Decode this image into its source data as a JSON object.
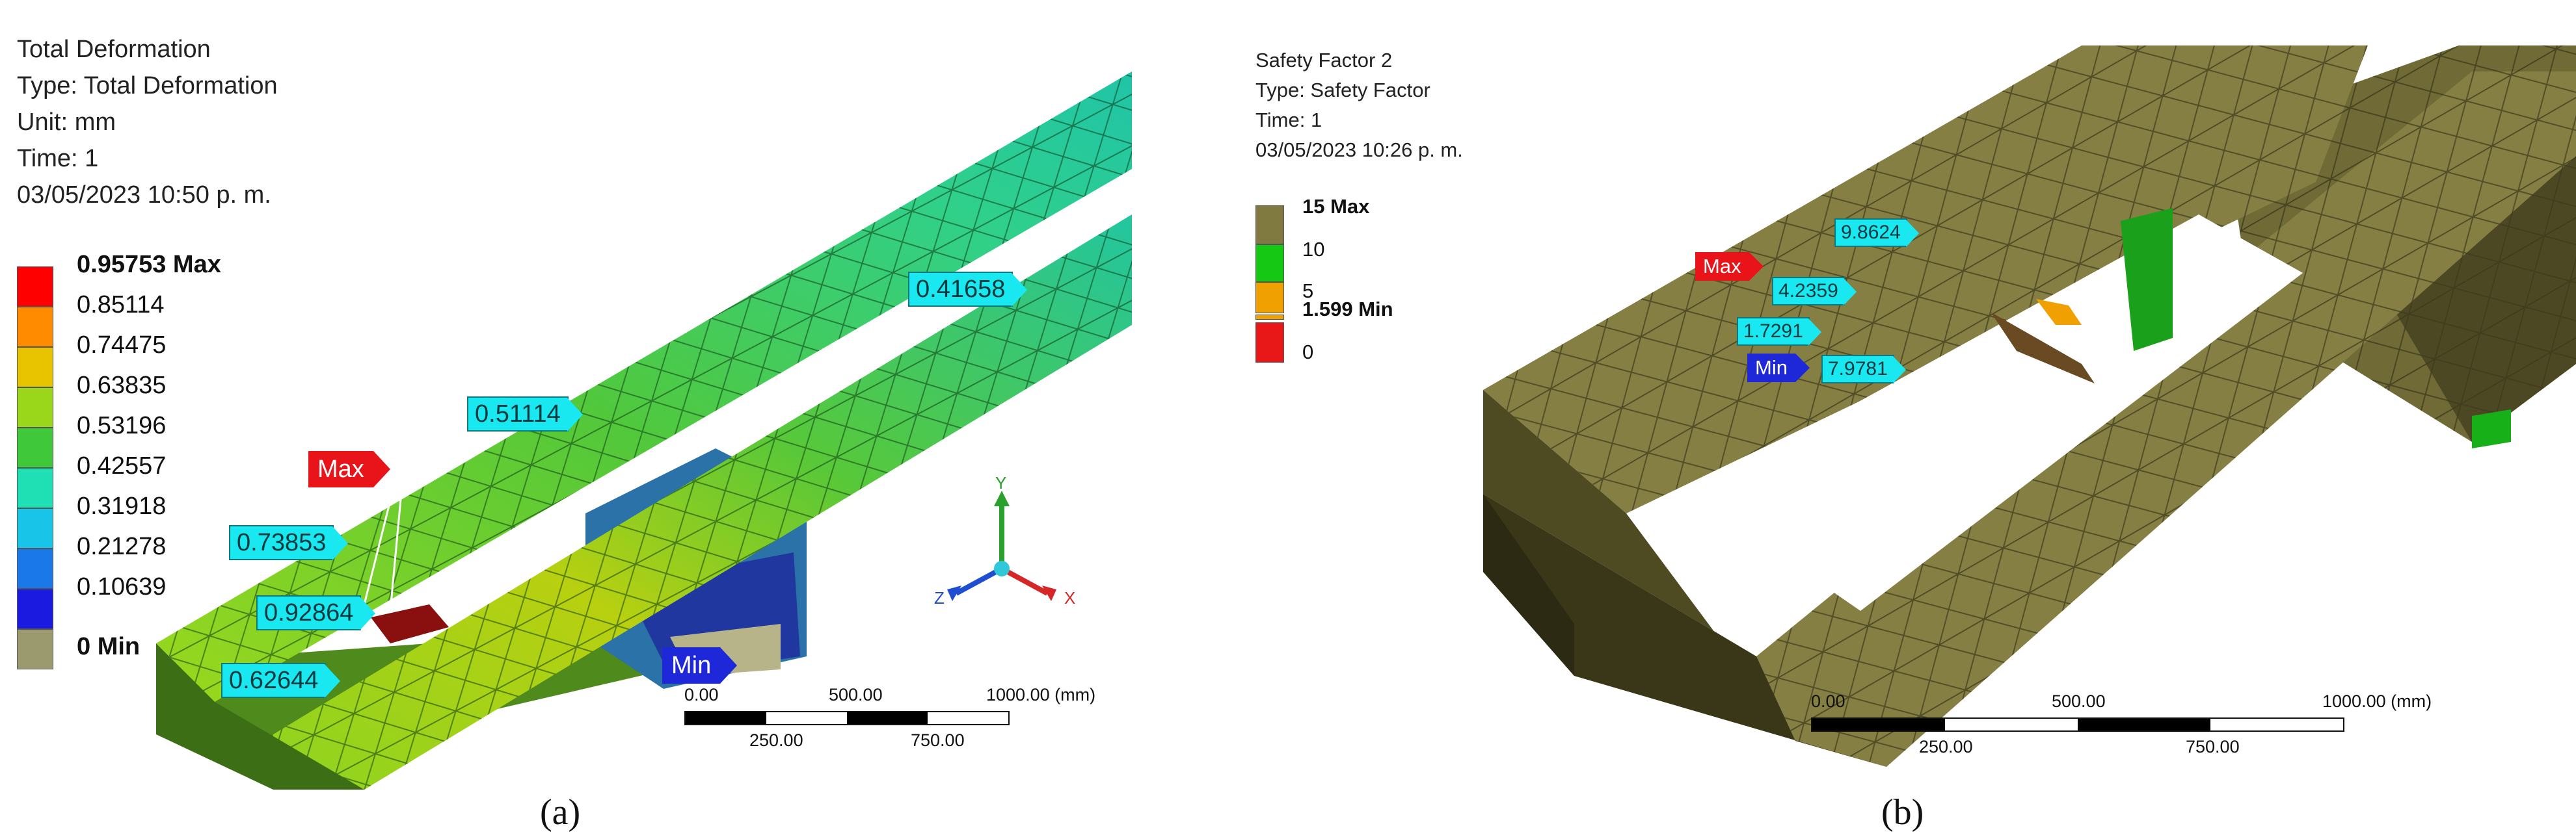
{
  "panel_a": {
    "info": {
      "title": "Total Deformation",
      "type": "Type: Total Deformation",
      "unit": "Unit: mm",
      "time": "Time: 1",
      "date": "03/05/2023 10:50 p. m."
    },
    "legend": [
      {
        "label": "0.95753 Max",
        "color": "#ff0000"
      },
      {
        "label": "0.85114",
        "color": "#ff8c00"
      },
      {
        "label": "0.74475",
        "color": "#e8c400"
      },
      {
        "label": "0.63835",
        "color": "#9ad61a"
      },
      {
        "label": "0.53196",
        "color": "#3ec83a"
      },
      {
        "label": "0.42557",
        "color": "#1ee0b4"
      },
      {
        "label": "0.31918",
        "color": "#18c4e8"
      },
      {
        "label": "0.21278",
        "color": "#1a78e8"
      },
      {
        "label": "0.10639",
        "color": "#1a1ae0"
      },
      {
        "label": "0 Min",
        "color": "#9a9a6e"
      }
    ],
    "probes": [
      "0.41658",
      "0.51114",
      "0.73853",
      "0.92864",
      "0.62644"
    ],
    "max_tag": "Max",
    "min_tag": "Min",
    "scale": {
      "t0": "0.00",
      "t1": "500.00",
      "t2": "1000.00 (mm)",
      "t3": "250.00",
      "t4": "750.00"
    },
    "triad": {
      "x": "X",
      "y": "Y",
      "z": "Z"
    },
    "caption": "(a)"
  },
  "panel_b": {
    "info": {
      "title": "Safety Factor 2",
      "type": "Type: Safety Factor",
      "time": "Time: 1",
      "date": "03/05/2023 10:26 p. m."
    },
    "legend": [
      {
        "label": "15 Max",
        "color": "#807a40"
      },
      {
        "label": "10",
        "color": "#14c814"
      },
      {
        "label": "5",
        "color": "#f0a000"
      },
      {
        "label": "1.599 Min",
        "color": "#f0a000"
      },
      {
        "label": "0",
        "color": "#e81818"
      }
    ],
    "probes": [
      "9.8624",
      "4.2359",
      "1.7291",
      "7.9781"
    ],
    "max_tag": "Max",
    "min_tag": "Min",
    "scale": {
      "t0": "0.00",
      "t1": "500.00",
      "t2": "1000.00 (mm)",
      "t3": "250.00",
      "t4": "750.00"
    },
    "caption": "(b)"
  }
}
